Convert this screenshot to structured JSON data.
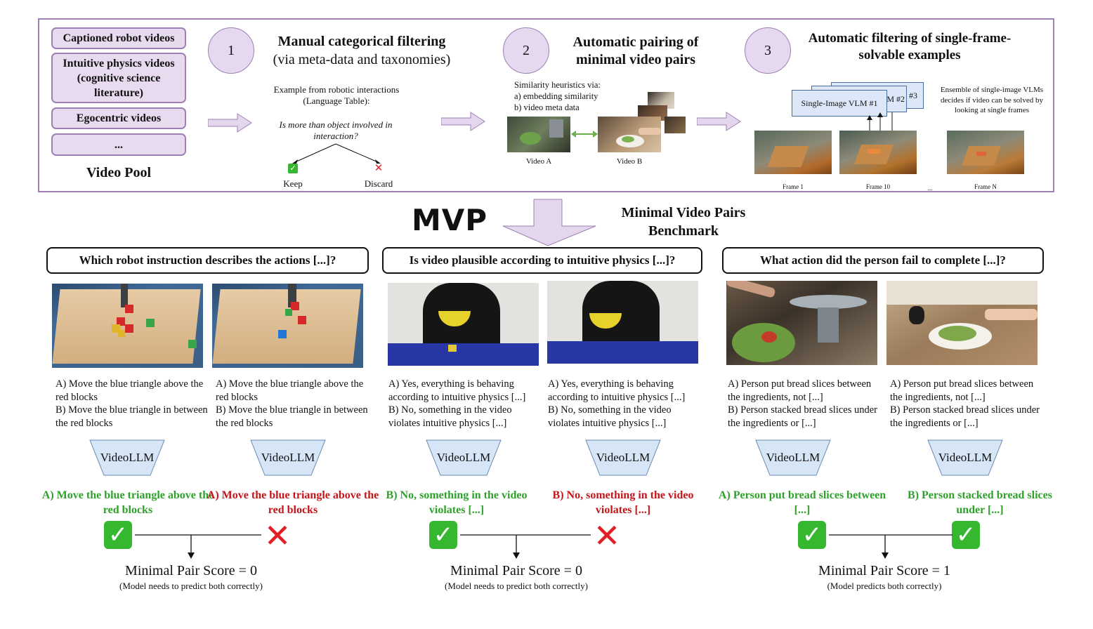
{
  "video_pool": {
    "items": [
      "Captioned robot videos",
      "Intuitive physics videos (cognitive science literature)",
      "Egocentric videos",
      "..."
    ],
    "title": "Video Pool"
  },
  "step1": {
    "number": "1",
    "title": "Manual categorical filtering",
    "subtitle": "(via meta-data and taxonomies)",
    "example_caption": "Example from robotic interactions (Language Table):",
    "question": "Is more than object involved in interaction?",
    "keep_label": "Keep",
    "discard_label": "Discard"
  },
  "step2": {
    "number": "2",
    "title": "Automatic pairing of minimal video pairs",
    "heuristics_title": "Similarity heuristics via:",
    "heuristic_a": "a) embedding similarity",
    "heuristic_b": "b) video meta data",
    "video_a_label": "Video A",
    "video_b_label": "Video B"
  },
  "step3": {
    "number": "3",
    "title": "Automatic filtering of single-frame-solvable examples",
    "vlm1": "Single-Image VLM #1",
    "vlm2": "M #2",
    "vlm3": "#3",
    "ensemble_text": "Ensemble of single-image VLMs decides if video can be solved by looking at single frames",
    "frame1": "Frame 1",
    "frame10": "Frame 10",
    "ellipsis": "...",
    "frameN": "Frame N"
  },
  "benchmark": {
    "acronym": "MVP",
    "name": "Minimal Video Pairs Benchmark"
  },
  "columns": [
    {
      "question": "Which robot instruction describes the actions [...]?",
      "options_left": [
        "A) Move the blue triangle above the red blocks",
        "B) Move the blue triangle in between the red blocks"
      ],
      "options_right": [
        "A) Move the blue triangle above the red blocks",
        "B) Move the blue triangle in between the red blocks"
      ],
      "model_label": "VideoLLM",
      "answer_left": "A) Move the blue triangle above the red blocks",
      "answer_right": "A) Move the blue triangle above the red blocks",
      "left_correct": true,
      "right_correct": false,
      "score": "Minimal Pair Score = 0",
      "score_note": "(Model needs to predict both correctly)"
    },
    {
      "question": "Is video plausible according to intuitive physics [...]?",
      "options_left": [
        "A) Yes, everything is behaving according to intuitive physics [...]",
        "B) No, something in the video violates intuitive physics [...]"
      ],
      "options_right": [
        "A) Yes, everything is behaving according to intuitive physics [...]",
        "B) No, something in the video violates intuitive physics [...]"
      ],
      "model_label": "VideoLLM",
      "answer_left": "B) No, something in the video violates [...]",
      "answer_right": "B) No, something in the video violates [...]",
      "left_correct": true,
      "right_correct": false,
      "score": "Minimal Pair Score = 0",
      "score_note": "(Model needs to predict both correctly)"
    },
    {
      "question": "What action did the person fail to complete [...]?",
      "options_left": [
        "A) Person put bread slices between the ingredients, not [...]",
        "B) Person stacked bread slices under the ingredients or [...]"
      ],
      "options_right": [
        "A) Person put bread slices between the ingredients, not [...]",
        "B) Person stacked bread slices under the ingredients or [...]"
      ],
      "model_label": "VideoLLM",
      "answer_left": "A) Person put bread slices between [...]",
      "answer_right": "B) Person stacked bread slices under [...]",
      "left_correct": true,
      "right_correct": true,
      "score": "Minimal Pair Score = 1",
      "score_note": "(Model predicts both correctly)"
    }
  ],
  "colors": {
    "panel_border": "#9e80b5",
    "pool_fill": "#e8dbf0",
    "vlm_fill": "#dce8f8",
    "correct_green": "#2ea12a",
    "wrong_red": "#c4151b"
  }
}
